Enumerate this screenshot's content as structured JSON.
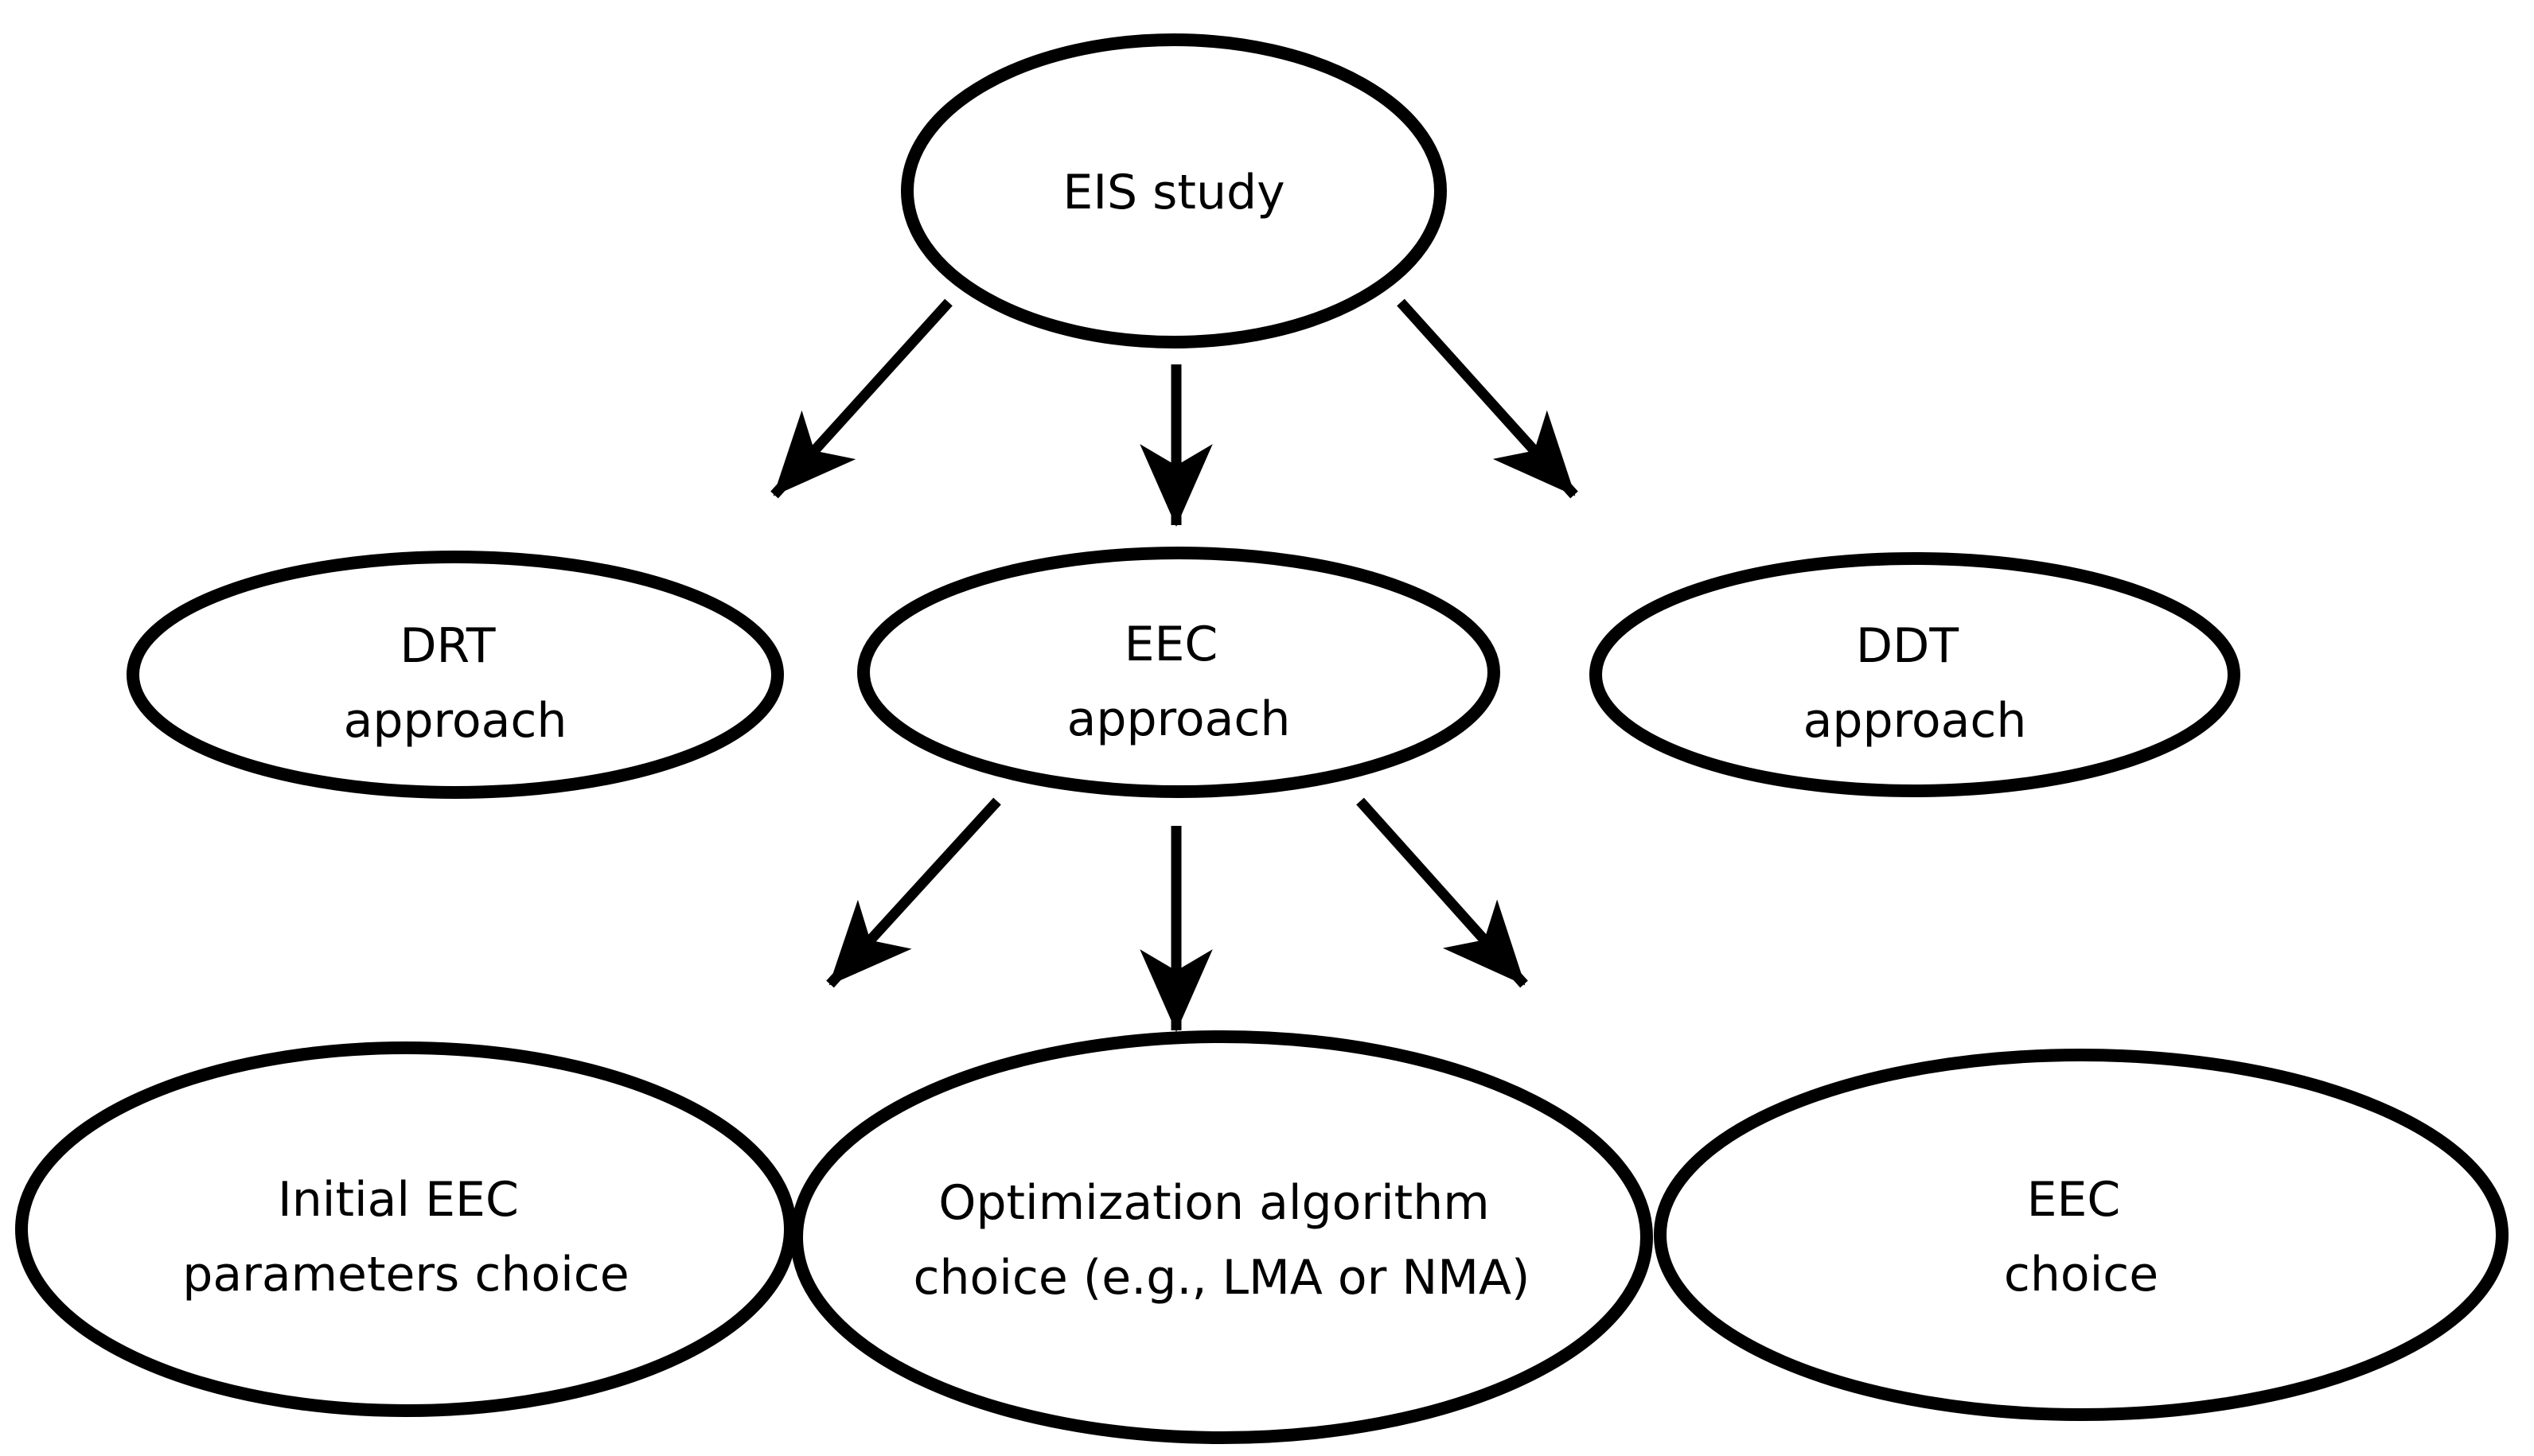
{
  "page": {
    "background_color": "#ffffff",
    "ink_color": "#000000"
  },
  "diagram": {
    "type": "flowchart",
    "node_shape": "ellipse",
    "arrow_style": "stealth-arrowhead",
    "nodes": [
      {
        "id": "eis-study",
        "row": 1,
        "lines": [
          "EIS study"
        ]
      },
      {
        "id": "drt-approach",
        "row": 2,
        "lines": [
          "DRT",
          "approach"
        ]
      },
      {
        "id": "eec-approach",
        "row": 2,
        "lines": [
          "EEC",
          "approach"
        ]
      },
      {
        "id": "ddt-approach",
        "row": 2,
        "lines": [
          "DDT",
          "approach"
        ]
      },
      {
        "id": "initial-eec-parameters-choice",
        "row": 3,
        "lines": [
          "Initial EEC",
          "parameters choice"
        ]
      },
      {
        "id": "optimization-algorithm-choice",
        "row": 3,
        "lines": [
          "Optimization algorithm",
          "choice (e.g., LMA or NMA)"
        ]
      },
      {
        "id": "eec-choice",
        "row": 3,
        "lines": [
          "EEC",
          "choice"
        ]
      }
    ],
    "edges": [
      {
        "from": "eis-study",
        "to": "drt-approach"
      },
      {
        "from": "eis-study",
        "to": "eec-approach"
      },
      {
        "from": "eis-study",
        "to": "ddt-approach"
      },
      {
        "from": "eec-approach",
        "to": "initial-eec-parameters-choice"
      },
      {
        "from": "eec-approach",
        "to": "optimization-algorithm-choice"
      },
      {
        "from": "eec-approach",
        "to": "eec-choice"
      }
    ]
  }
}
